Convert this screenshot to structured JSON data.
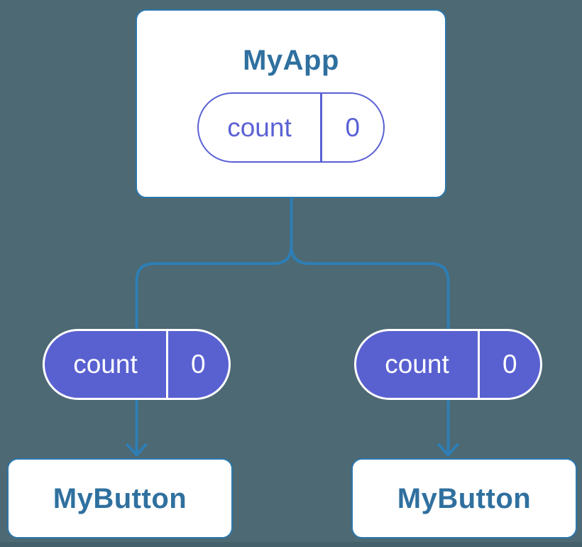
{
  "diagram": {
    "type": "component-tree",
    "root": {
      "title": "MyApp",
      "state": {
        "key": "count",
        "value": "0"
      }
    },
    "children": [
      {
        "title": "MyButton",
        "prop": {
          "key": "count",
          "value": "0"
        }
      },
      {
        "title": "MyButton",
        "prop": {
          "key": "count",
          "value": "0"
        }
      }
    ]
  },
  "colors": {
    "background": "#4d6973",
    "background_bottom_strip": "#43606b",
    "connector_blue": "#2e7eb5",
    "node_border_blue": "#2b77ad",
    "node_title_blue": "#2f709f",
    "accent_purple": "#5a61d4",
    "pill_fill_purple": "#5961d1",
    "node_fill": "#ffffff",
    "pill_text_on_purple": "#ffffff"
  }
}
